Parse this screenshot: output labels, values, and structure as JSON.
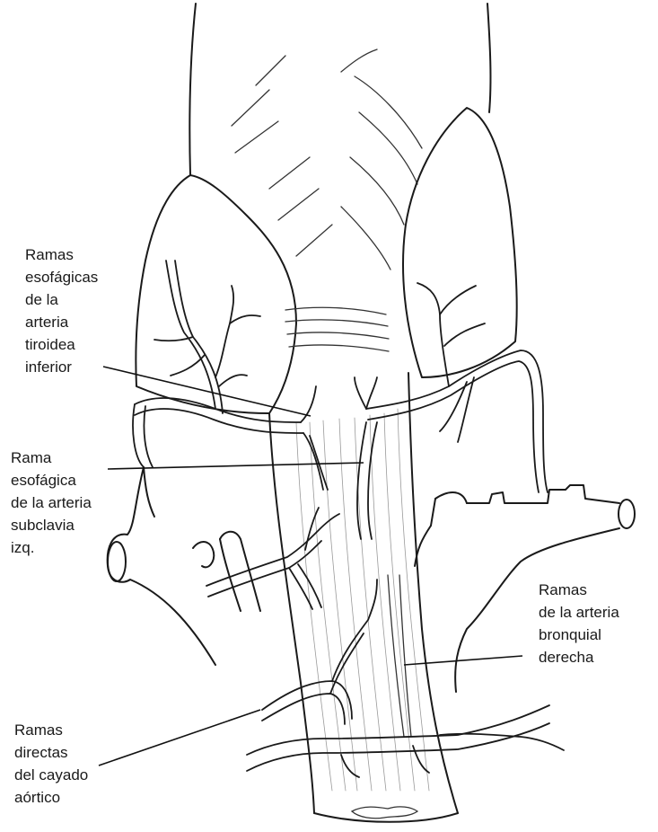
{
  "labels": {
    "esophageal_branches_inferior_thyroid": "Ramas\nesofágicas\nde la\narteria\ntiroidea\ninferior",
    "esophageal_branch_left_subclavian": "Rama\nesofágica\nde la arteria\nsubclavia\nizq.",
    "branches_right_bronchial_artery": "Ramas\nde la arteria\nbronquial\nderecha",
    "direct_branches_aortic_arch": "Ramas\ndirectas\ndel cayado\naórtico"
  }
}
